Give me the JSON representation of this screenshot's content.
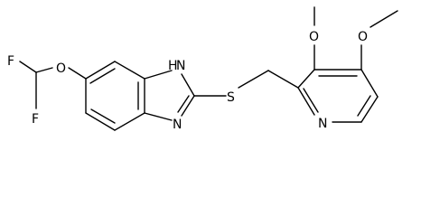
{
  "structure": {
    "atoms": {
      "f1": "F",
      "f2": "F",
      "o_ether": "O",
      "n_h": "H",
      "n_h_n": "N",
      "n_ring": "N",
      "s": "S",
      "o_methoxy_3": "O",
      "o_methoxy_4": "O",
      "n_pyridine": "N"
    }
  }
}
